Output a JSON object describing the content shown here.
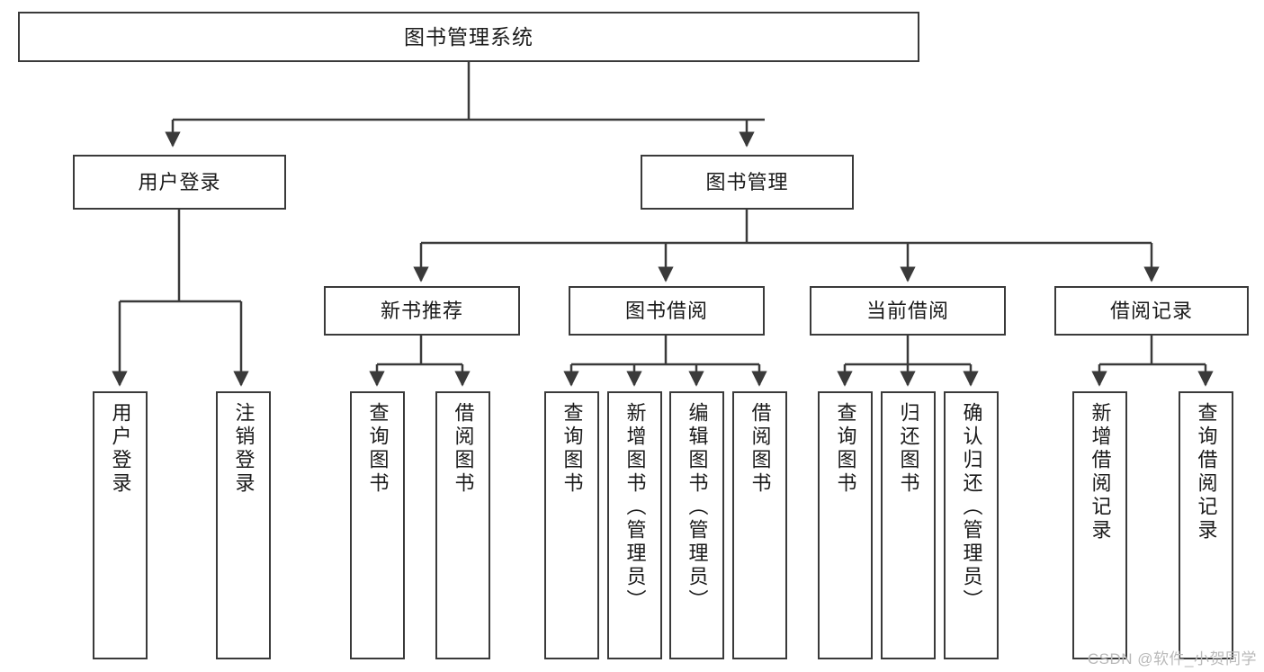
{
  "diagram": {
    "title": "图书管理系统",
    "type": "tree",
    "watermark": "CSDN @软件_小贺同学",
    "root": {
      "label": "图书管理系统"
    },
    "level2": [
      {
        "label": "用户登录"
      },
      {
        "label": "图书管理"
      }
    ],
    "level3": [
      {
        "label": "新书推荐"
      },
      {
        "label": "图书借阅"
      },
      {
        "label": "当前借阅"
      },
      {
        "label": "借阅记录"
      }
    ],
    "leaves": {
      "user_login": [
        {
          "label": "用户登录"
        },
        {
          "label": "注销登录"
        }
      ],
      "new_book_recommend": [
        {
          "label": "查询图书"
        },
        {
          "label": "借阅图书"
        }
      ],
      "book_borrow": [
        {
          "label": "查询图书"
        },
        {
          "label": "新增图书（管理员）"
        },
        {
          "label": "编辑图书（管理员）"
        },
        {
          "label": "借阅图书"
        }
      ],
      "current_borrow": [
        {
          "label": "查询图书"
        },
        {
          "label": "归还图书"
        },
        {
          "label": "确认归还（管理员）"
        }
      ],
      "borrow_record": [
        {
          "label": "新增借阅记录"
        },
        {
          "label": "查询借阅记录"
        }
      ]
    },
    "colors": {
      "border": "#3a3a3a",
      "background": "#ffffff",
      "text": "#1a1a1a",
      "watermark": "#b9b9b9"
    }
  }
}
